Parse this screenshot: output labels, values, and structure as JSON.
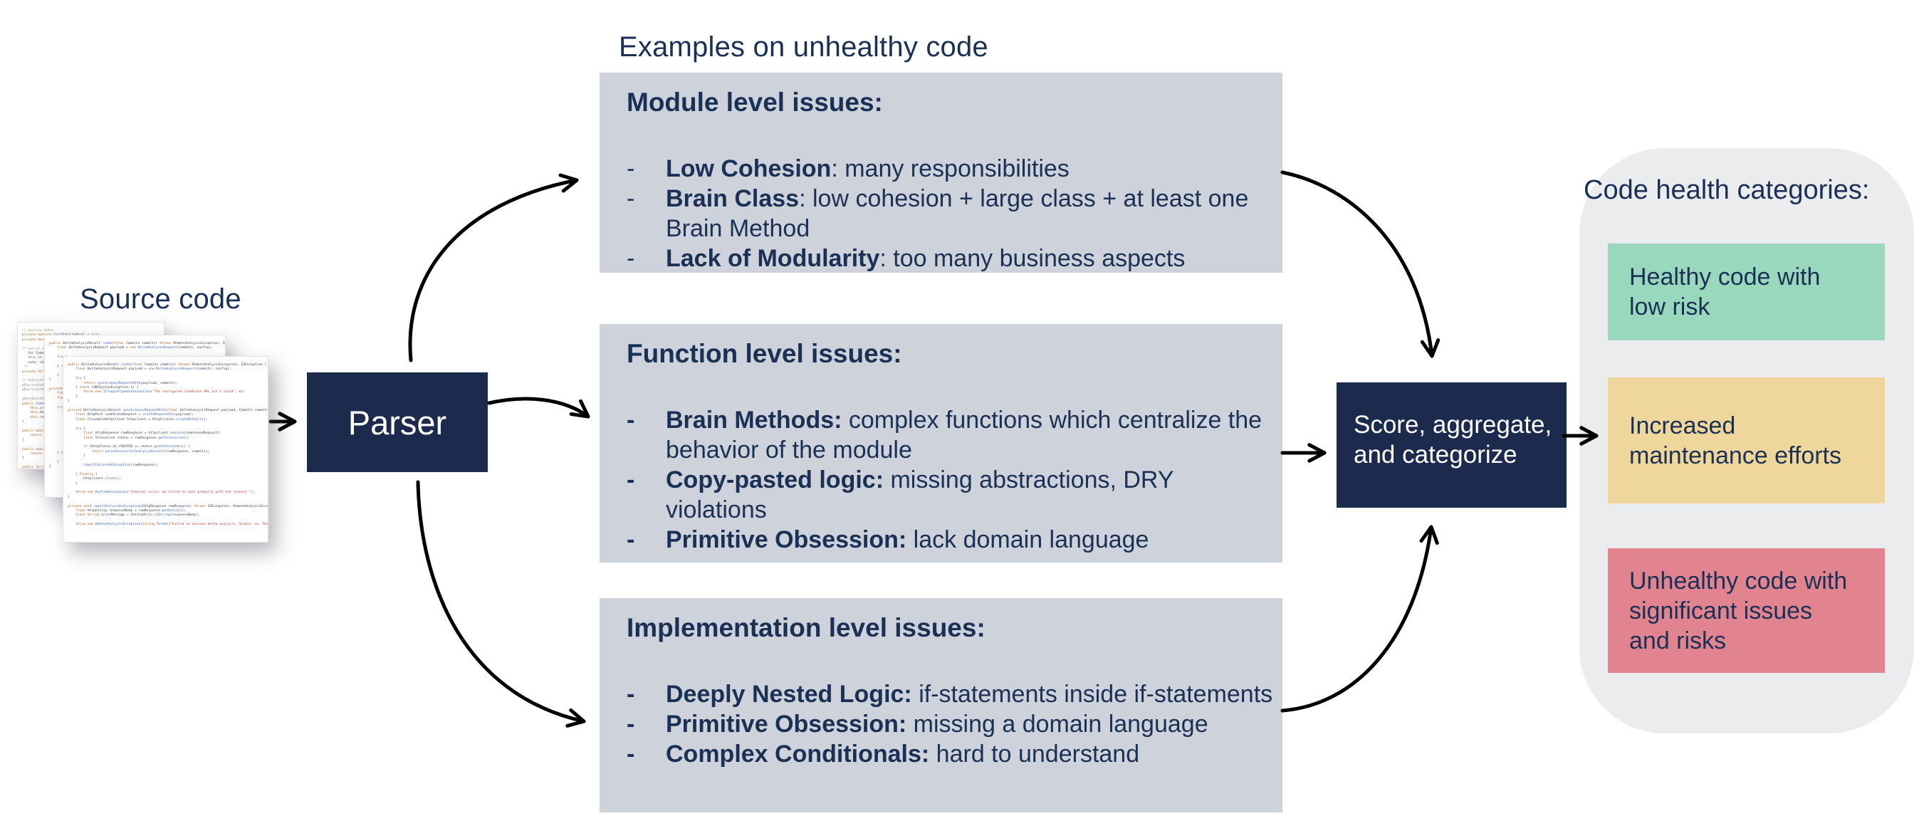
{
  "diagram": {
    "bullet_marker": "-",
    "colors": {
      "navy_box": "#1c2b4d",
      "issue_box_bg": "#cdd2db",
      "panel_bg": "#ebecee",
      "text_navy": "#1b3055",
      "arrow": "#000000",
      "healthy_green": "#99d8bd",
      "maintenance_yellow": "#efd79b",
      "unhealthy_red": "#e28490"
    },
    "source": {
      "label": "Source code",
      "code_pages": [
        {
          "lines": [
            "// Quality Gates",
            "private boolean failOnFailedGoal = true;",
            "private boolean failOnDecliningCodeHealth = true;",
            "",
            "/* Gerrit support:",
            "   for CodeScene integration",
            "   this is needed",
            "   note: change_requests",
            " */",
            "private String gerritConfig;",
            "",
            "// deprecated settings",
            "@Deprecated private String analysisUrl;",
            "@Deprecated private String riskThreshold;",
            "",
            "@DataBoundConstructor",
            "public CodeSceneBuilder(String credentialsId, String url) {",
            "    this.credentialsId = credentialsId;",
            "    this.deltaAnalysisUrl = url;",
            "    this.repository = repository;",
            "}",
            "",
            "public boolean isAnalyzeLatestIndividually() {",
            "    return analyzeLatestIndividually;",
            "}",
            "",
            "public boolean isAnalyzeBranchDiff() {",
            "    return analyzeBranchDiff;",
            "}",
            "",
            "public String getBaseRevision() {",
            "    return baseRevision;",
            "}",
            "",
            "public boolean isMarkBuildAsUnstable() {",
            "    return markBuildAsUnstable;",
            "}"
          ]
        },
        {
          "lines": [
            "public DeltaAnalysisResult runOn(final Commits commits) throws RemoteAnalysisException, IOException {",
            "    final DeltaAnalysisRequest payload = new DeltaAnalysisRequest(commits, config);",
            "",
            "    try {",
            "        return synchronousRequestWith(payload, commits);",
            "    } catch (URISyntaxException e) {",
            "        throw new IllegalArgumentException(\"The configured CodeScene URL isn't valid\", e);",
            "    }",
            "}",
            "",
            "private DeltaAnalysisResult synchronousRequestWith(final DeltaAnalysisRequest payload) {",
            "    final HttpPost codeSceneRequest = createRequestFor(payload);",
            "    final CloseableHttpClient httpclient = HttpClients.createDefault();",
            "",
            "    try {",
            "        final HttpResponse rawResponse = httpclient.execute(codeSceneRequest);",
            "        final StatusLine status = rawResponse.getStatusLine();",
            "",
            "        if (HttpStatus.SC_CREATED == status.getStatusCode()) {",
            "            return parseSuccessfulAnalysisResults(rawResponse, commits);",
            "        }",
            "",
            "        reportFailureAsException(rawResponse);",
            "",
            "    } finally {",
            "        httpclient.close();",
            "    }",
            "}"
          ]
        },
        {
          "lines": [
            "public DeltaAnalysisResult runOn(final Commits commits) throws RemoteAnalysisException, IOException {",
            "    final DeltaAnalysisRequest payload = new DeltaAnalysisRequest(commits, config);",
            "",
            "    try {",
            "        return synchronousRequestWith(payload, commits);",
            "    } catch (URISyntaxException e) {",
            "        throw new IllegalArgumentException(\"The configured CodeScene URL isn't valid\", e);",
            "    }",
            "}",
            "",
            "private DeltaAnalysisResult synchronousRequestWith(final DeltaAnalysisRequest payload, Commits commits) throws",
            "    final HttpPost codeSceneRequest = createRequestFor(payload);",
            "    final CloseableHttpClient httpclient = HttpClients.createDefault();",
            "",
            "    try {",
            "        final HttpResponse rawResponse = httpclient.execute(codeSceneRequest);",
            "        final StatusLine status = rawResponse.getStatusLine();",
            "",
            "        if (HttpStatus.SC_CREATED == status.getStatusCode()) {",
            "            return parseSuccessfulAnalysisResults(rawResponse, commits);",
            "        }",
            "",
            "        reportFailureAsException(rawResponse);",
            "",
            "    } finally {",
            "        httpclient.close();",
            "    }",
            "",
            "    throw new RuntimeException(\"Internal error: we failed to deal properly with the request.\");",
            "}",
            "",
            "private void reportFailureAsException(HttpResponse rawResponse) throws IOException, RemoteAnalysisException {",
            "    final HttpEntity responseBody = rawResponse.getEntity();",
            "    final String errorMessage = EntityUtils.toString(responseBody);",
            "",
            "    throw new RemoteAnalysisException(String.format(\"Failed to execute delta analysis. Status: %s, Reason: %s\","
          ]
        }
      ]
    },
    "parser": {
      "label": "Parser"
    },
    "examples_title": "Examples on unhealthy code",
    "issue_boxes": [
      {
        "heading": "Module level issues:",
        "bullets": [
          {
            "term": "Low Cohesion",
            "rest": ": many responsibilities"
          },
          {
            "term": "Brain Class",
            "rest": ": low cohesion + large class + at least one Brain Method"
          },
          {
            "term": "Lack of Modularity",
            "rest": ": too many business aspects"
          }
        ]
      },
      {
        "heading": "Function level issues:",
        "bullets": [
          {
            "term": "Brain Methods:",
            "rest": " complex functions which centralize the behavior of the module"
          },
          {
            "term": "Copy-pasted logic:",
            "rest": " missing abstractions, DRY violations"
          },
          {
            "term": "Primitive Obsession:",
            "rest": " lack domain language"
          }
        ]
      },
      {
        "heading": "Implementation level issues:",
        "bullets": [
          {
            "term": "Deeply Nested Logic:",
            "rest": " if-statements inside if-statements"
          },
          {
            "term": "Primitive Obsession:",
            "rest": " missing a domain language"
          },
          {
            "term": "Complex Conditionals:",
            "rest": " hard to understand"
          }
        ]
      }
    ],
    "score_box": {
      "lines": [
        "Score, aggregate,",
        "and categorize"
      ]
    },
    "categories": {
      "title": "Code health categories:",
      "items": [
        {
          "lines": [
            "Healthy code with",
            "low risk"
          ],
          "color": "#99d8bd"
        },
        {
          "lines": [
            "Increased",
            "maintenance efforts"
          ],
          "color": "#efd79b"
        },
        {
          "lines": [
            "Unhealthy code with",
            "significant issues",
            "and risks"
          ],
          "color": "#e28490"
        }
      ]
    }
  }
}
